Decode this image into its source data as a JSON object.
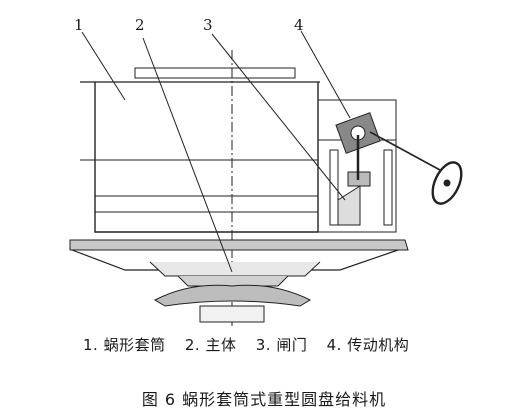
{
  "callouts": [
    "1",
    "2",
    "3",
    "4"
  ],
  "legend": {
    "items": [
      "1. 蜗形套筒",
      "2. 主体",
      "3. 闸门",
      "4. 传动机构"
    ]
  },
  "caption": "图 6   蜗形套筒式重型圆盘给料机"
}
